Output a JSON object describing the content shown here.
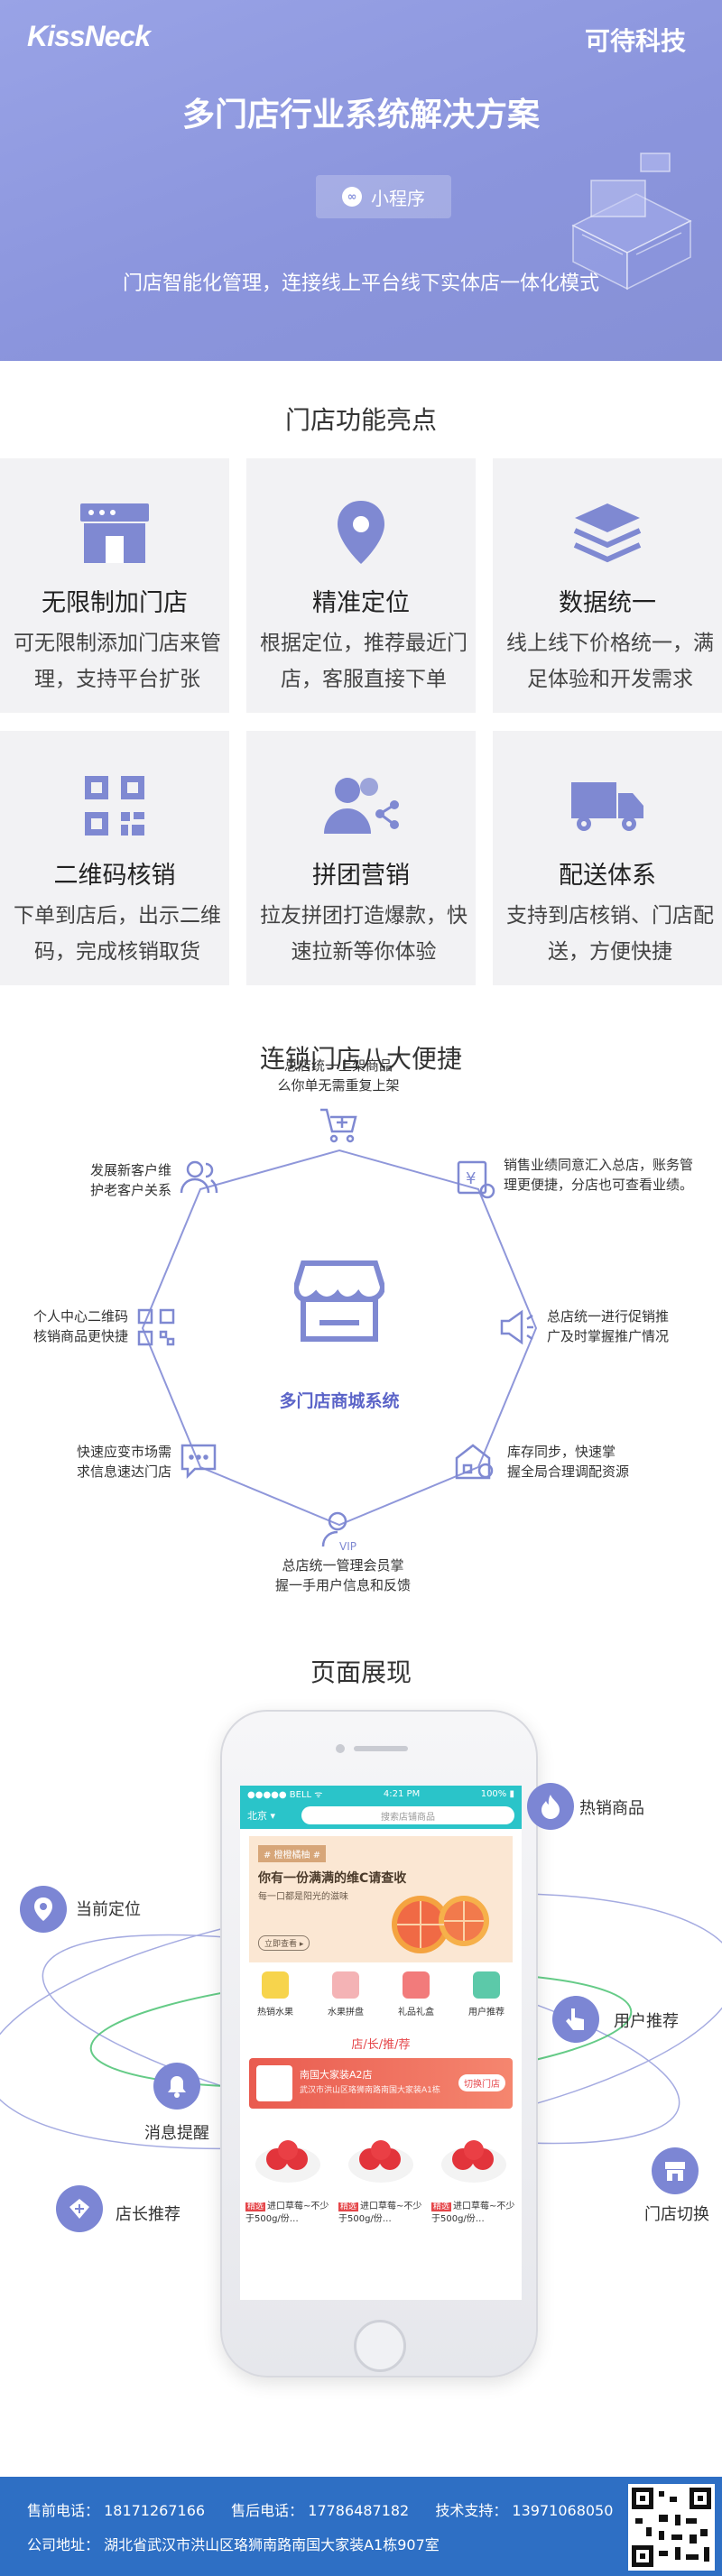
{
  "hero": {
    "logo": "KissNeck",
    "brand": "可待科技",
    "title": "多门店行业系统解决方案",
    "pill_label": "小程序",
    "subtitle": "门店智能化管理，连接线上平台线下实体店一体化模式"
  },
  "features": {
    "title": "门店功能亮点",
    "items": [
      {
        "title": "无限制加门店",
        "desc": "可无限制添加门店来管理，支持平台扩张",
        "icon": "storefront-icon"
      },
      {
        "title": "精准定位",
        "desc": "根据定位，推荐最近门店，客服直接下单",
        "icon": "location-pin-icon"
      },
      {
        "title": "数据统一",
        "desc": "线上线下价格统一，满足体验和开发需求",
        "icon": "layers-icon"
      },
      {
        "title": "二维码核销",
        "desc": "下单到店后，出示二维码，完成核销取货",
        "icon": "qr-code-icon"
      },
      {
        "title": "拼团营销",
        "desc": "拉友拼团打造爆款，快速拉新等你体验",
        "icon": "group-share-icon"
      },
      {
        "title": "配送体系",
        "desc": "支持到店核销、门店配送，方便快捷",
        "icon": "delivery-truck-icon"
      }
    ]
  },
  "chain": {
    "title": "连锁门店八大便捷",
    "center": "多门店商城系统",
    "nodes": [
      {
        "line1": "总店统一上架商品",
        "line2": "么你单无需重复上架"
      },
      {
        "line1": "销售业绩同意汇入总店，账务管",
        "line2": "理更便捷，分店也可查看业绩。"
      },
      {
        "line1": "总店统一进行促销推",
        "line2": "广及时掌握推广情况"
      },
      {
        "line1": "库存同步，快速掌",
        "line2": "握全局合理调配资源"
      },
      {
        "line1": "总店统一管理会员掌",
        "line2": "握一手用户信息和反馈"
      },
      {
        "line1": "快速应变市场需",
        "line2": "求信息速达门店"
      },
      {
        "line1": "个人中心二维码",
        "line2": "核销商品更快捷"
      },
      {
        "line1": "发展新客户维",
        "line2": "护老客户关系"
      }
    ]
  },
  "showcase": {
    "title": "页面展现",
    "labels": {
      "hot": "热销商品",
      "location": "当前定位",
      "recommend": "用户推荐",
      "notify": "消息提醒",
      "switch": "门店切换",
      "manager": "店长推荐"
    },
    "phone": {
      "status_left": "●●●●● BELL ᯤ",
      "status_time": "4:21 PM",
      "status_right": "100% ▮",
      "city": "北京 ▾",
      "search_placeholder": "搜索店铺商品",
      "banner_tag": "# 橙橙橘柚 #",
      "banner_title": "你有一份满满的维C请查收",
      "banner_text": "每一口都是阳光的滋味",
      "banner_button": "立即查看 ▸",
      "categories": [
        "热销水果",
        "水果拼盘",
        "礼品礼盒",
        "用户推荐"
      ],
      "recommend": "店/长/推/荐",
      "store_name": "南国大家装A2店",
      "store_addr": "武汉市洪山区珞狮南路南国大家装A1栋",
      "store_btn": "切换门店",
      "products": [
        {
          "tag": "精选",
          "name": "进口草莓~不少于500g/份…"
        },
        {
          "tag": "精选",
          "name": "进口草莓~不少于500g/份…"
        },
        {
          "tag": "精选",
          "name": "进口草莓~不少于500g/份…"
        }
      ]
    }
  },
  "footer": {
    "presale": "售前电话： 18171267166",
    "aftersale": "售后电话： 17786487182",
    "support": "技术支持： 13971068050",
    "address": "公司地址： 湖北省武汉市洪山区珞狮南路南国大家装A1栋907室"
  },
  "colors": {
    "primary": "#8690d6",
    "icon": "#7f89d2",
    "footer": "#2e6fc4",
    "teal": "#2ac4c9",
    "red": "#e5464a"
  }
}
